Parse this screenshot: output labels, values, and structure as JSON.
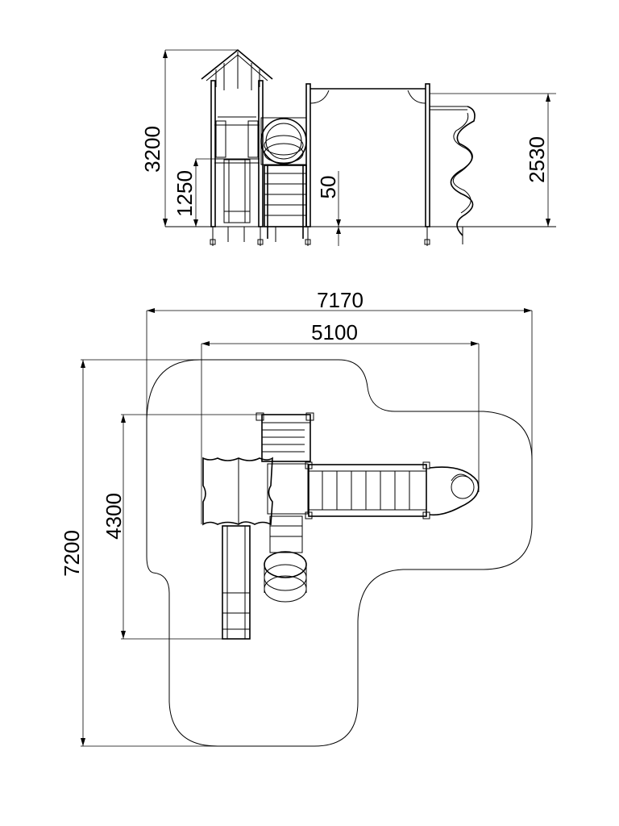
{
  "elevation": {
    "dimensions": {
      "total_height": "3200",
      "platform_height": "1250",
      "foot_depth": "50",
      "bar_height": "2530"
    }
  },
  "plan": {
    "dimensions": {
      "overall_width": "7170",
      "equipment_width": "5100",
      "overall_depth": "7200",
      "equipment_depth": "4300"
    }
  }
}
